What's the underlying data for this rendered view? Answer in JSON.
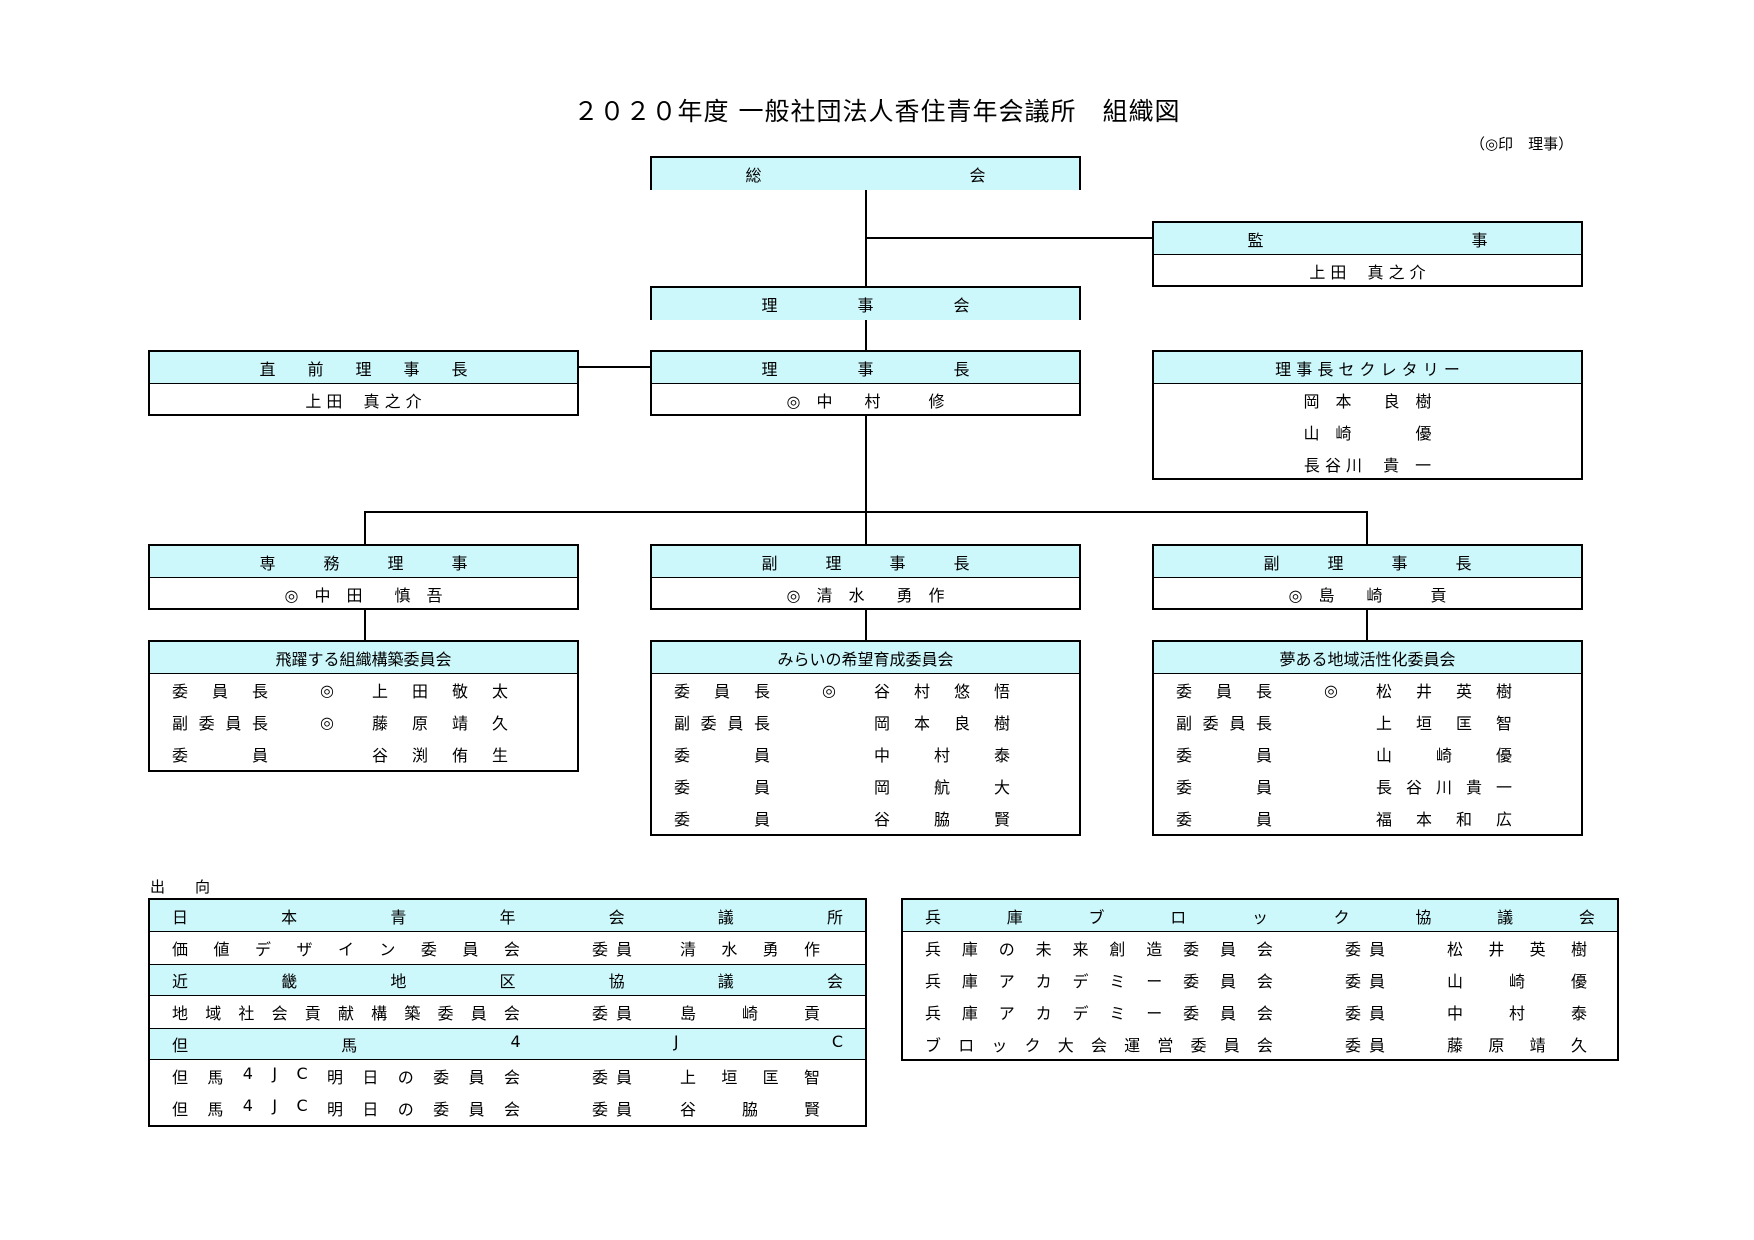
{
  "title": "２０２０年度 一般社団法人香住青年会議所　組織図",
  "note": "（◎印　理事）",
  "sokai": {
    "label": "総　　　　　　　　　　　　　会"
  },
  "kanji": {
    "label": "監　　　　　　　　　　　　　事",
    "member": "上 田　 真 之 介"
  },
  "rijikai": {
    "label": "理　　　　　事　　　　　会"
  },
  "chokuzen": {
    "label": "直　　前　　理　　事　　長",
    "member": "上 田　 真 之 介"
  },
  "rijicho": {
    "label": "理　　　　　事　　　　　長",
    "member": "◎　中　　村　　　修"
  },
  "secretary": {
    "label": "理 事 長 セ ク レ タ リ ー",
    "members": [
      "岡　本　　良　樹",
      "山　崎　　　　優",
      "長 谷 川　 貴　一"
    ]
  },
  "senmu": {
    "label": "専　　　務　　　理　　　事",
    "member": "◎　中　田　　慎　吾"
  },
  "fuku1": {
    "label": "副　　　理　　　事　　　長",
    "member": "◎　清　水　　勇　作"
  },
  "fuku2": {
    "label": "副　　　理　　　事　　　長",
    "member": "◎　島　　崎　　　貢"
  },
  "committees": [
    {
      "name": "飛躍する組織構築委員会",
      "rows": [
        {
          "role": "委員長",
          "mark": "◎",
          "person": "上田敬太"
        },
        {
          "role": "副委員長",
          "mark": "◎",
          "person": "藤原靖久"
        },
        {
          "role": "委員",
          "mark": "",
          "person": "谷渕侑生"
        }
      ]
    },
    {
      "name": "みらいの希望育成委員会",
      "rows": [
        {
          "role": "委員長",
          "mark": "◎",
          "person": "谷村悠悟"
        },
        {
          "role": "副委員長",
          "mark": "",
          "person": "岡本良樹"
        },
        {
          "role": "委員",
          "mark": "",
          "person": "中村泰"
        },
        {
          "role": "委員",
          "mark": "",
          "person": "岡航大"
        },
        {
          "role": "委員",
          "mark": "",
          "person": "谷脇賢"
        }
      ]
    },
    {
      "name": "夢ある地域活性化委員会",
      "rows": [
        {
          "role": "委員長",
          "mark": "◎",
          "person": "松井英樹"
        },
        {
          "role": "副委員長",
          "mark": "",
          "person": "上垣匡智"
        },
        {
          "role": "委員",
          "mark": "",
          "person": "山崎優"
        },
        {
          "role": "委員",
          "mark": "",
          "person": "長谷川貴一"
        },
        {
          "role": "委員",
          "mark": "",
          "person": "福本和広"
        }
      ]
    }
  ],
  "shukko_label": "出　　向",
  "left_org": [
    {
      "head": "日本青年会議所",
      "rows": [
        {
          "name": "価値デザイン委員会",
          "role": "委員",
          "person": "清水勇作"
        }
      ]
    },
    {
      "head": "近畿地区協議会",
      "rows": [
        {
          "name": "地域社会貢献構築委員会",
          "role": "委員",
          "person": "島崎貢"
        }
      ]
    },
    {
      "head": "但馬4JC",
      "rows": [
        {
          "name": "但馬4JC明日の委員会",
          "role": "委員",
          "person": "上垣匡智"
        },
        {
          "name": "但馬4JC明日の委員会",
          "role": "委員",
          "person": "谷脇賢"
        }
      ]
    }
  ],
  "right_org": {
    "head": "兵庫ブロック協議会",
    "rows": [
      {
        "name": "兵庫の未来創造委員会",
        "role": "委員",
        "person": "松井英樹"
      },
      {
        "name": "兵庫アカデミー委員会",
        "role": "委員",
        "person": "山崎優"
      },
      {
        "name": "兵庫アカデミー委員会",
        "role": "委員",
        "person": "中村泰"
      },
      {
        "name": "ブロック大会運営委員会",
        "role": "委員",
        "person": "藤原靖久"
      }
    ]
  }
}
